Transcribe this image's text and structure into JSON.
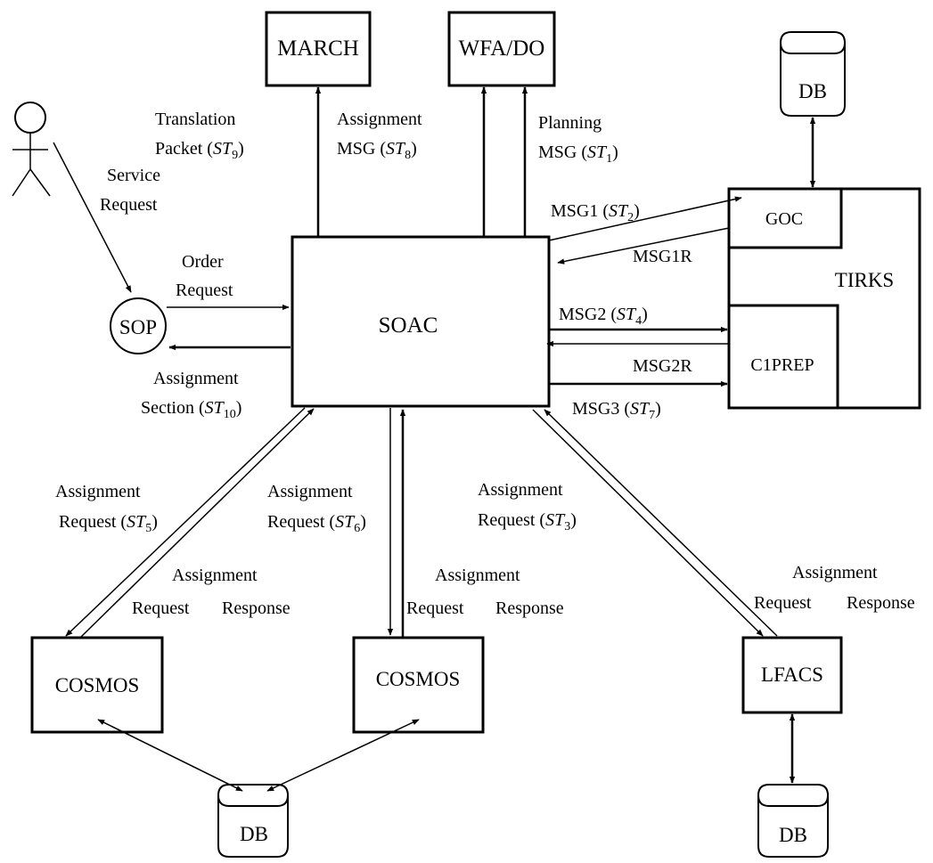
{
  "nodes": {
    "march": "MARCH",
    "wfado": "WFA/DO",
    "soac": "SOAC",
    "tirks": "TIRKS",
    "goc": "GOC",
    "c1prep": "C1PREP",
    "sop": "SOP",
    "cosmos_left": "COSMOS",
    "cosmos_mid": "COSMOS",
    "lfacs": "LFACS",
    "db_tirks": "DB",
    "db_cosmos": "DB",
    "db_lfacs": "DB"
  },
  "labels": {
    "service_request": [
      "Service",
      "Request"
    ],
    "translation_packet": {
      "line1": "Translation",
      "line2": "Packet (",
      "sub_st": "ST",
      "sub": "9",
      "close": ")"
    },
    "assignment_msg": {
      "line1": "Assignment",
      "line2": "MSG (",
      "sub_st": "ST",
      "sub": "8",
      "close": ")"
    },
    "planning_msg": {
      "line1": "Planning",
      "line2": "MSG (",
      "sub_st": "ST",
      "sub": "1",
      "close": ")"
    },
    "msg1": {
      "text": "MSG1 (",
      "sub_st": "ST",
      "sub": "2",
      "close": ")"
    },
    "msg1r": "MSG1R",
    "msg2": {
      "text": "MSG2 (",
      "sub_st": "ST",
      "sub": "4",
      "close": ")"
    },
    "msg2r": "MSG2R",
    "msg3": {
      "text": "MSG3 (",
      "sub_st": "ST",
      "sub": "7",
      "close": ")"
    },
    "order_request": [
      "Order",
      "Request"
    ],
    "assignment_section": {
      "line1": "Assignment",
      "line2": "Section (",
      "sub_st": "ST",
      "sub": "10",
      "close": ")"
    },
    "assign_req_5": {
      "line1": "Assignment",
      "line2": "Request (",
      "sub_st": "ST",
      "sub": "5",
      "close": ")"
    },
    "assign_req_6": {
      "line1": "Assignment",
      "line2": "Request (",
      "sub_st": "ST",
      "sub": "6",
      "close": ")"
    },
    "assign_req_3": {
      "line1": "Assignment",
      "line2": "Request (",
      "sub_st": "ST",
      "sub": "3",
      "close": ")"
    },
    "resp_left": {
      "line1": "Assignment",
      "req": "Request",
      "resp": "Response"
    },
    "resp_mid": {
      "line1": "Assignment",
      "req": "Request",
      "resp": "Response"
    },
    "resp_right": {
      "line1": "Assignment",
      "req": "Request",
      "resp": "Response"
    }
  }
}
